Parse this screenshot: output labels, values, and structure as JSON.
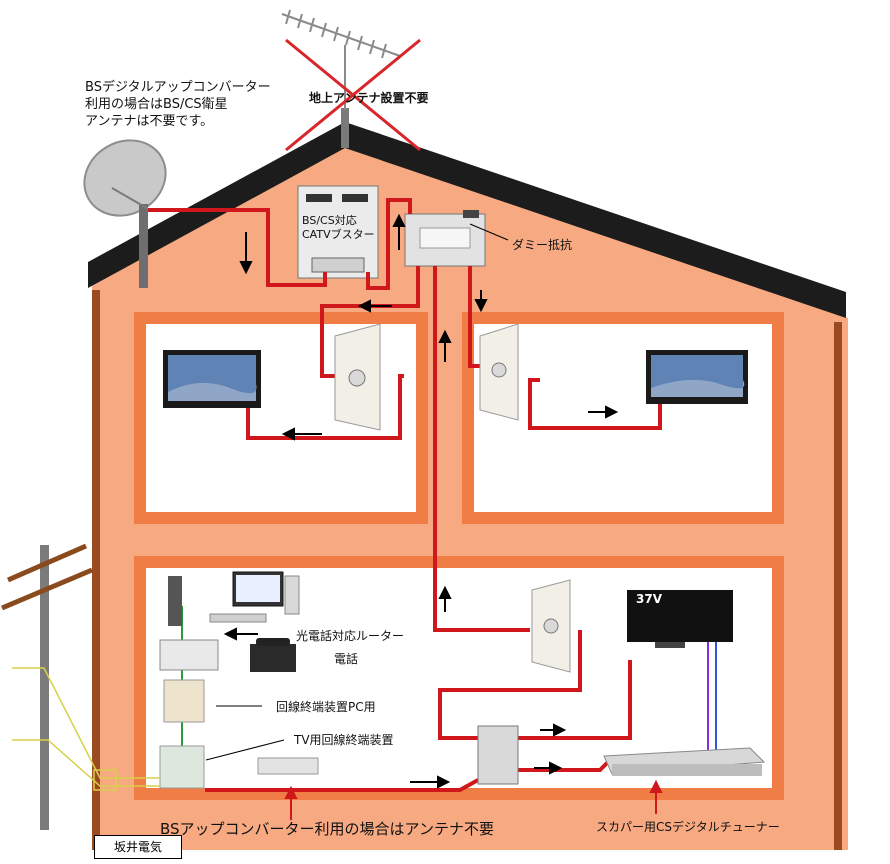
{
  "labels": {
    "bs_note_line1": "BSデジタルアップコンバーター",
    "bs_note_line2": "利用の場合はBS/CS衛星",
    "bs_note_line3": "アンテナは不要です。",
    "terrestrial_note": "地上アンテナ設置不要",
    "booster_line1": "BS/CS対応",
    "booster_line2": "CATVブスター",
    "dummy_resistor": "ダミー抵抗",
    "router": "光電話対応ルーター",
    "phone": "電話",
    "onu_pc": "回線終端装置PC用",
    "onu_tv": "TV用回線終端装置",
    "footer_note": "BSアップコンバーター利用の場合はアンテナ不要",
    "cs_tuner": "スカパー用CSデジタルチューナー",
    "company": "坂井電気",
    "tv_channel": "37V"
  },
  "colors": {
    "cable": "#d0181c",
    "house_wall": "#f7a982",
    "room_frame": "#ef7d45",
    "roof": "#1c1c1c",
    "wall_frame": "#9c4a1f",
    "room_bg": "#ffffff"
  }
}
